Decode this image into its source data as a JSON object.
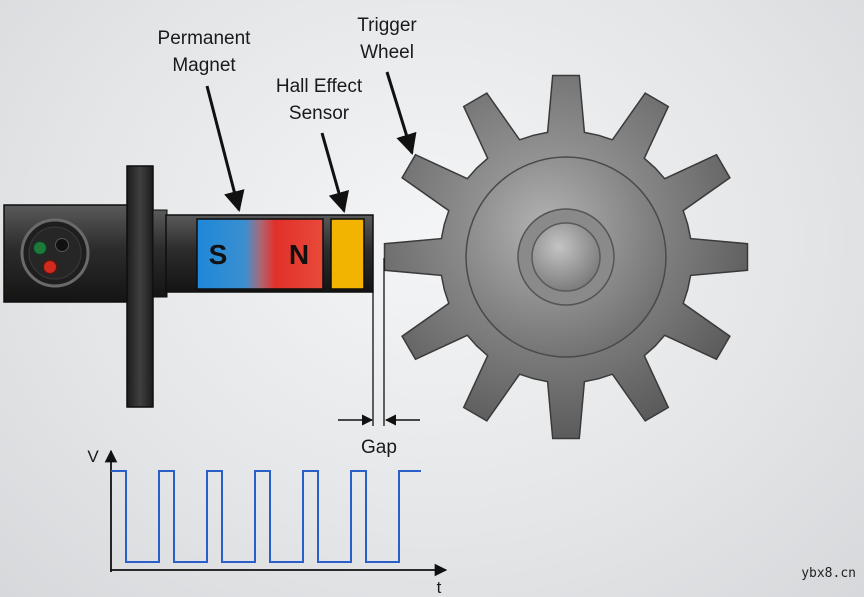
{
  "labels": {
    "permanent_magnet_line1": "Permanent",
    "permanent_magnet_line2": "Magnet",
    "hall_sensor_line1": "Hall Effect",
    "hall_sensor_line2": "Sensor",
    "trigger_wheel_line1": "Trigger",
    "trigger_wheel_line2": "Wheel",
    "gap": "Gap"
  },
  "magnet": {
    "south_pole": "S",
    "north_pole": "N"
  },
  "waveform": {
    "y_axis_label": "V",
    "x_axis_label": "t",
    "pulses": 6
  },
  "watermark": "ybx8.cn",
  "colors": {
    "south_pole": "#1e88d8",
    "north_pole": "#e2302a",
    "hall_sensor": "#f2b400",
    "signal_line": "#2a5ec8",
    "wire_green": "#1b7a3a",
    "wire_black": "#111111",
    "wire_red": "#d22a1e"
  }
}
